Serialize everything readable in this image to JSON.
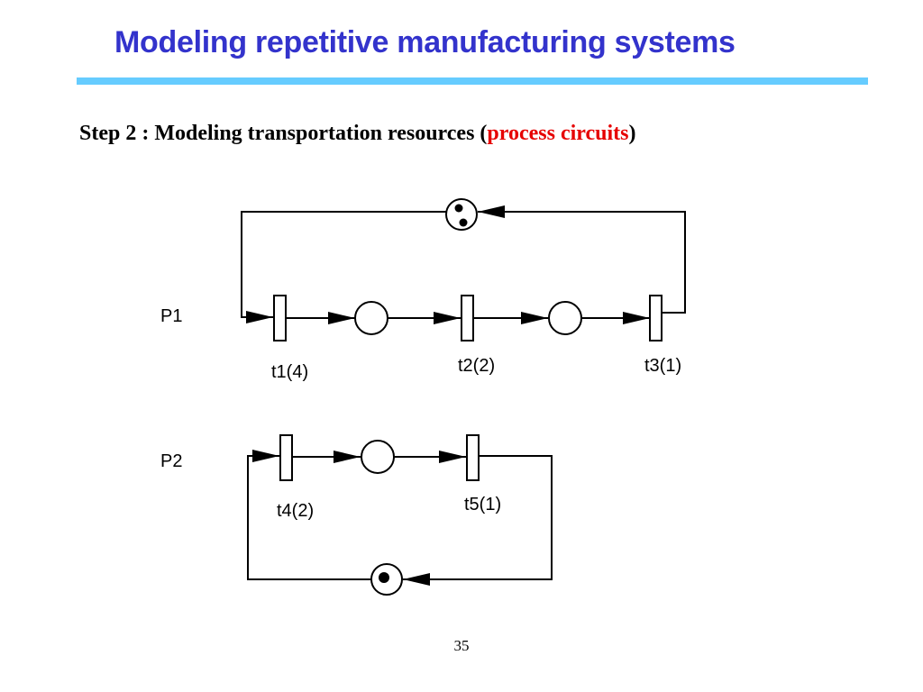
{
  "slide": {
    "title": "Modeling repetitive manufacturing systems",
    "step_prefix": "Step 2 : Modeling transportation resources (",
    "step_highlight": "process circuits",
    "step_suffix": ")",
    "page_number": "35"
  },
  "diagram": {
    "circuits": [
      {
        "label": "P1",
        "transitions": [
          "t1(4)",
          "t2(2)",
          "t3(1)"
        ],
        "tokens_in_resource_place": 2
      },
      {
        "label": "P2",
        "transitions": [
          "t4(2)",
          "t5(1)"
        ],
        "tokens_in_resource_place": 1
      }
    ]
  },
  "colors": {
    "title": "#3333cc",
    "rule": "#66ccff",
    "highlight": "#e60000"
  }
}
